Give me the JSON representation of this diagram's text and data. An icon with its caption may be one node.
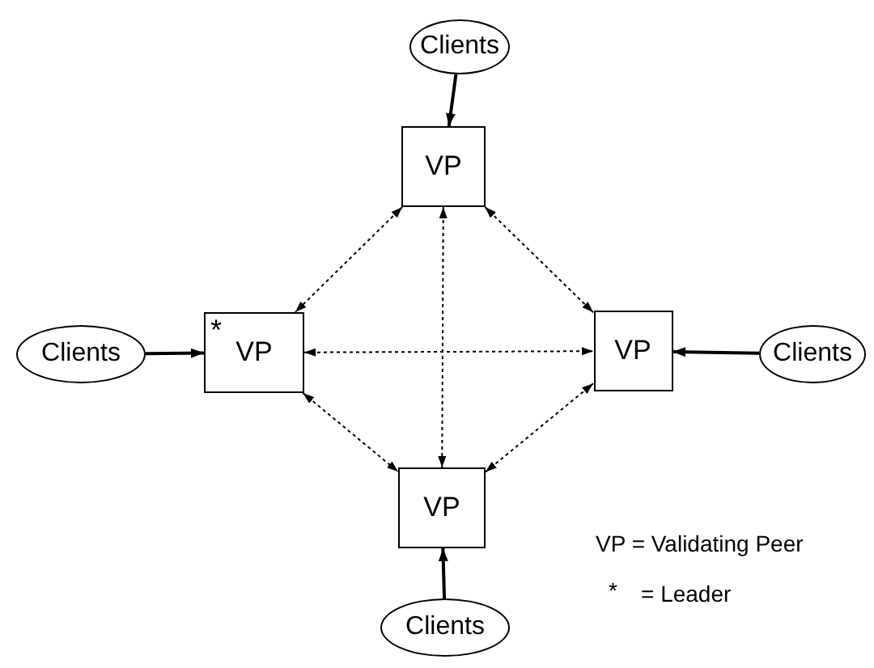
{
  "diagram": {
    "nodes": [
      {
        "text": [
          "Clients"
        ]
      },
      {
        "text": [
          "VP"
        ]
      },
      {
        "text": [
          "Clients"
        ]
      },
      {
        "text": [
          "*",
          "VP"
        ]
      },
      {
        "text": [
          "VP"
        ]
      },
      {
        "text": [
          "Clients"
        ]
      },
      {
        "text": [
          "VP"
        ]
      },
      {
        "text": [
          "Clients"
        ]
      }
    ],
    "edges": [
      {
        "from": 0,
        "to": 1,
        "arrow": "to"
      },
      {
        "from": 2,
        "to": 3,
        "arrow": "to"
      },
      {
        "from": 5,
        "to": 4,
        "arrow": "to"
      },
      {
        "from": 7,
        "to": 6,
        "arrow": "to"
      },
      {
        "from": 1,
        "to": 3,
        "arrow": "both",
        "style": "dashed"
      },
      {
        "from": 1,
        "to": 4,
        "arrow": "both",
        "style": "dashed"
      },
      {
        "from": 1,
        "to": 6,
        "arrow": "both",
        "style": "dashed"
      },
      {
        "from": 3,
        "to": 4,
        "arrow": "both",
        "style": "dashed"
      },
      {
        "from": 3,
        "to": 6,
        "arrow": "both",
        "style": "dashed"
      },
      {
        "from": 4,
        "to": 6,
        "arrow": "both",
        "style": "dashed"
      }
    ],
    "labels": [
      "VP = Validating Peer",
      "*",
      "= Leader"
    ]
  }
}
